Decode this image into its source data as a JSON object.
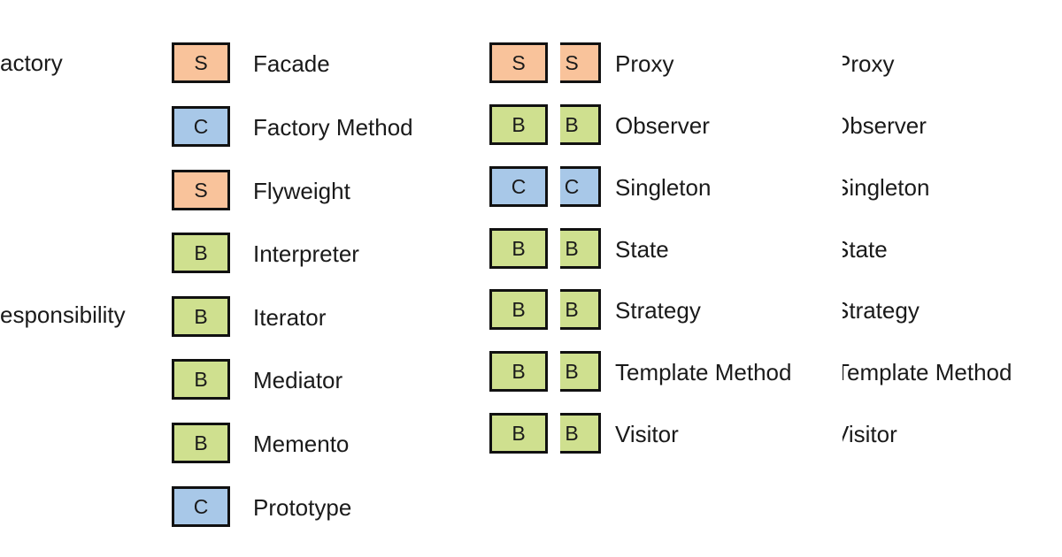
{
  "colors": {
    "S": "#f9c39b",
    "C": "#a8c8e8",
    "B": "#cfe08f",
    "border": "#111111"
  },
  "left_column": [
    {
      "label": "actory"
    },
    {
      "label": "esponsibility"
    }
  ],
  "column_a": [
    {
      "type": "S",
      "name": "Facade"
    },
    {
      "type": "C",
      "name": "Factory Method"
    },
    {
      "type": "S",
      "name": "Flyweight"
    },
    {
      "type": "B",
      "name": "Interpreter"
    },
    {
      "type": "B",
      "name": "Iterator"
    },
    {
      "type": "B",
      "name": "Mediator"
    },
    {
      "type": "B",
      "name": "Memento"
    },
    {
      "type": "C",
      "name": "Prototype"
    }
  ],
  "column_b": [
    {
      "type": "S",
      "name": "Proxy"
    },
    {
      "type": "B",
      "name": "Observer"
    },
    {
      "type": "C",
      "name": "Singleton"
    },
    {
      "type": "B",
      "name": "State"
    },
    {
      "type": "B",
      "name": "Strategy"
    },
    {
      "type": "B",
      "name": "Template Method"
    },
    {
      "type": "B",
      "name": "Visitor"
    }
  ]
}
